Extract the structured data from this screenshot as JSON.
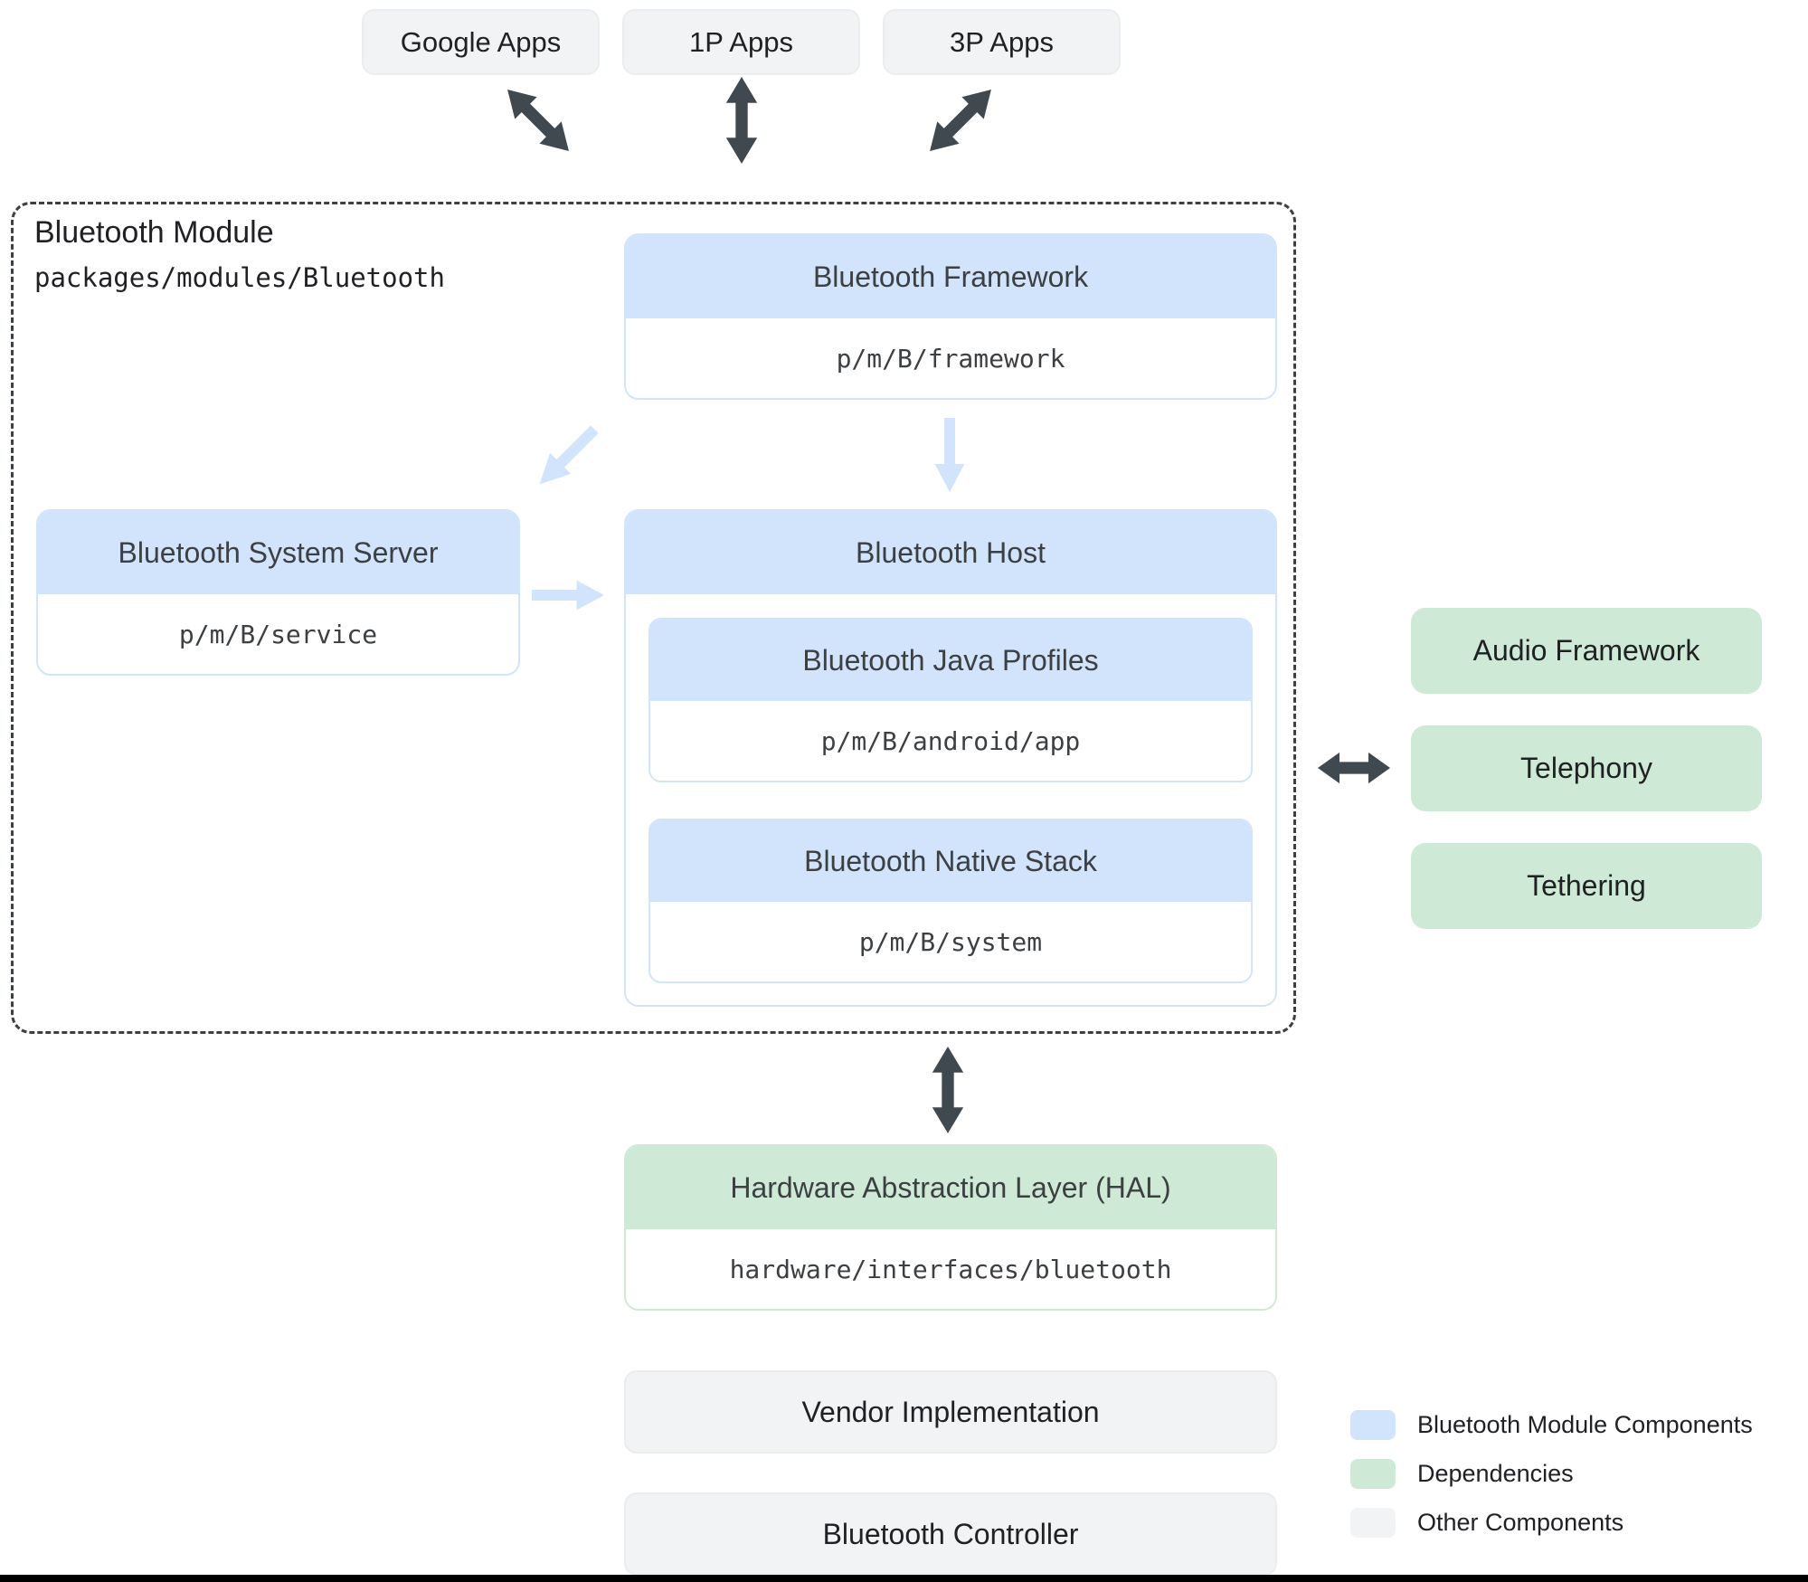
{
  "top_apps": {
    "google": {
      "label": "Google Apps"
    },
    "first_party": {
      "label": "1P Apps"
    },
    "third_party": {
      "label": "3P Apps"
    }
  },
  "module": {
    "title": "Bluetooth Module",
    "path": "packages/modules/Bluetooth",
    "framework": {
      "title": "Bluetooth Framework",
      "path": "p/m/B/framework"
    },
    "system_server": {
      "title": "Bluetooth System Server",
      "path": "p/m/B/service"
    },
    "host": {
      "title": "Bluetooth Host",
      "java_profiles": {
        "title": "Bluetooth Java Profiles",
        "path": "p/m/B/android/app"
      },
      "native_stack": {
        "title": "Bluetooth Native Stack",
        "path": "p/m/B/system"
      }
    }
  },
  "dependencies": {
    "audio": {
      "label": "Audio Framework"
    },
    "telephony": {
      "label": "Telephony"
    },
    "tethering": {
      "label": "Tethering"
    }
  },
  "hal": {
    "title": "Hardware Abstraction Layer (HAL)",
    "path": "hardware/interfaces/bluetooth"
  },
  "other": {
    "vendor": {
      "label": "Vendor Implementation"
    },
    "controller": {
      "label": "Bluetooth Controller"
    }
  },
  "legend": {
    "items": [
      {
        "label": "Bluetooth Module Components",
        "color": "#d2e3fc"
      },
      {
        "label": "Dependencies",
        "color": "#ceead6"
      },
      {
        "label": "Other Components",
        "color": "#f1f3f4"
      }
    ]
  },
  "colors": {
    "module_fill": "#d2e3fc",
    "dependency_fill": "#ceead6",
    "other_fill": "#f1f3f4",
    "arrow_dark": "#404850",
    "arrow_light": "#d2e3fc"
  }
}
